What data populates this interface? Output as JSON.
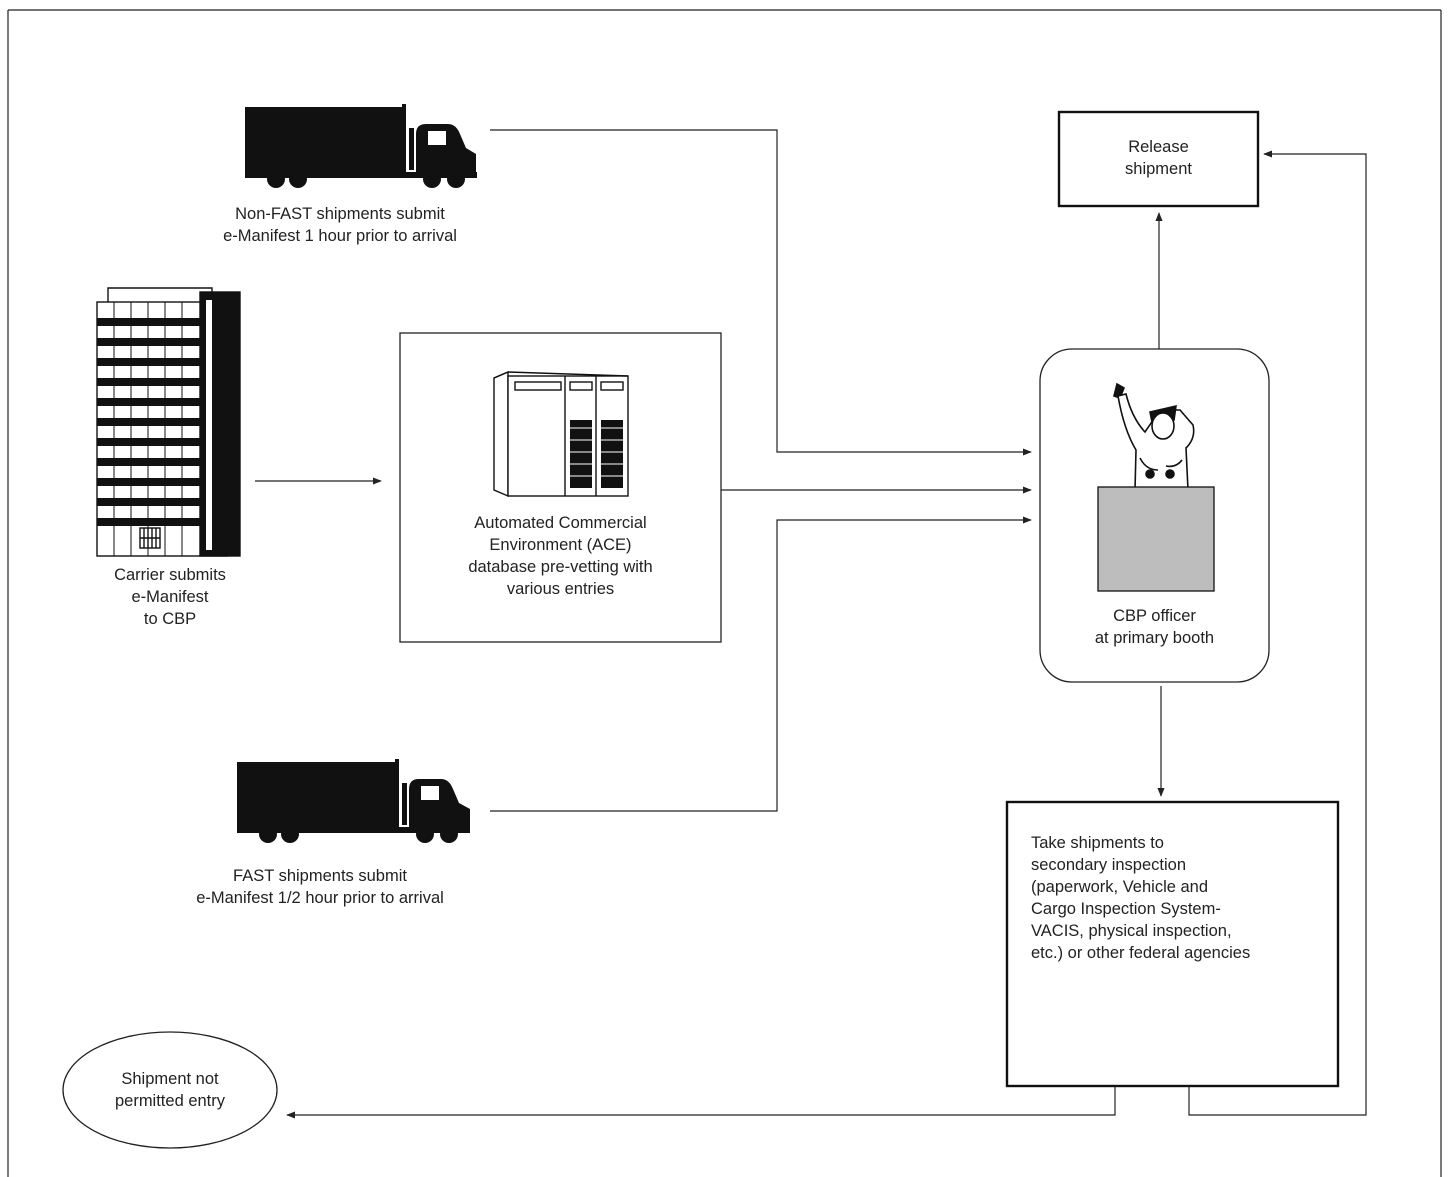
{
  "nodes": {
    "non_fast": "Non-FAST shipments submit\ne-Manifest 1 hour prior to arrival",
    "carrier": "Carrier submits\ne-Manifest\nto CBP",
    "ace": "Automated Commercial\nEnvironment (ACE)\ndatabase pre-vetting with\nvarious entries",
    "fast": "FAST shipments submit\ne-Manifest 1/2 hour prior to arrival",
    "release": "Release\nshipment",
    "officer": "CBP officer\nat primary booth",
    "secondary": "Take shipments to\nsecondary inspection\n(paperwork, Vehicle and\nCargo Inspection System-\nVACIS, physical inspection,\netc.) or other federal agencies",
    "denied": "Shipment not\npermitted entry"
  },
  "icons": {
    "truck": "truck-icon",
    "building": "office-building-icon",
    "server": "server-computer-icon",
    "officer": "customs-officer-icon"
  },
  "colors": {
    "line": "#222222",
    "booth": "#bdbdbd"
  }
}
